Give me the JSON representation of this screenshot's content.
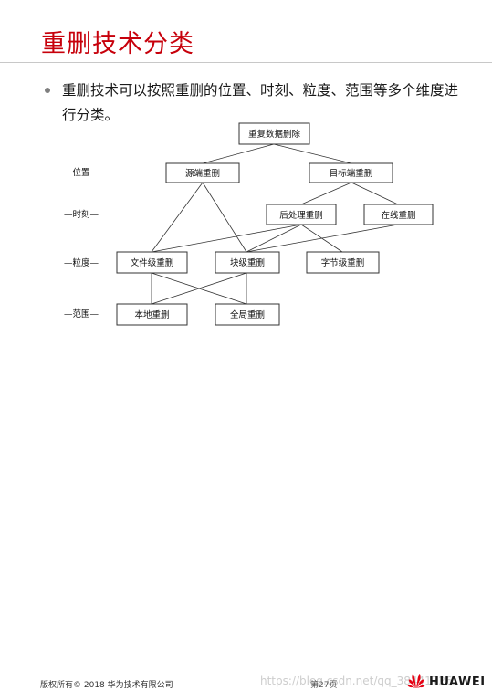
{
  "title": "重删技术分类",
  "bullet": "重删技术可以按照重删的位置、时刻、粒度、范围等多个维度进行分类。",
  "row_labels": {
    "position": "—位置—",
    "timing": "—时刻—",
    "granularity": "—粒度—",
    "scope": "—范围—"
  },
  "nodes": {
    "root": "重复数据删除",
    "source": "源端重删",
    "target": "目标端重删",
    "post": "后处理重删",
    "inline": "在线重删",
    "file": "文件级重删",
    "block": "块级重删",
    "byte": "字节级重删",
    "local": "本地重删",
    "global": "全局重删"
  },
  "footer": {
    "copyright": "版权所有© 2018 华为技术有限公司",
    "page": "第27页",
    "watermark": "https://blog.csdn.net/qq_38441726",
    "logo_text": "HUAWEI"
  },
  "colors": {
    "title": "#c7000b",
    "logo": "#e60012"
  }
}
